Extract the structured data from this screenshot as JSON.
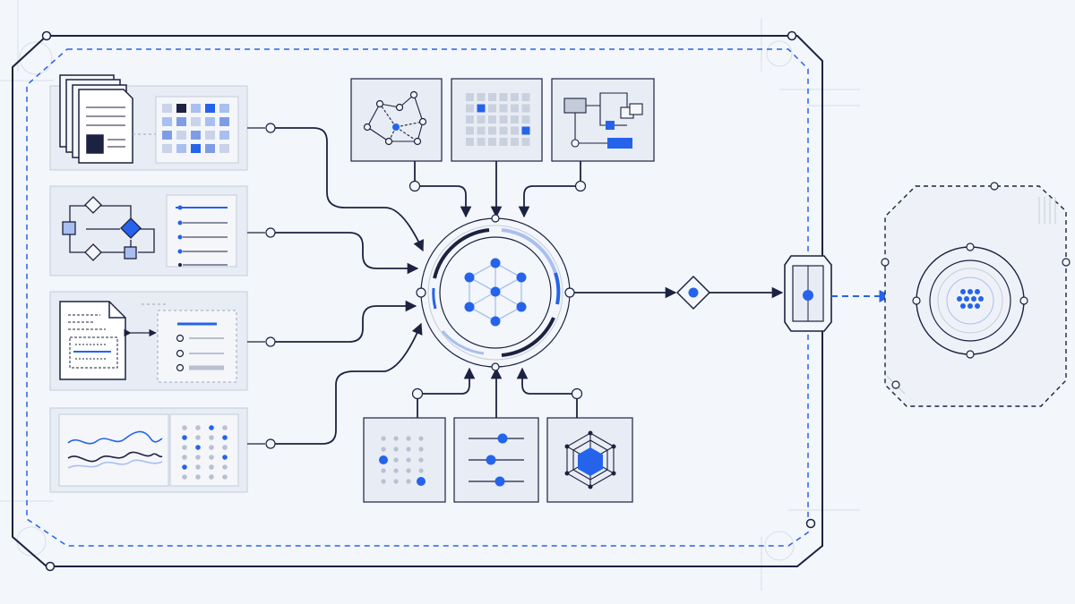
{
  "colors": {
    "background": "#f3f6fb",
    "ink": "#1c2241",
    "accent": "#2563eb",
    "accent_light": "#a9bff0",
    "panel_fill": "#e8ecf4",
    "panel_stroke": "#c5ccd9",
    "card_fill": "#f4f6fa",
    "muted": "#b8c1d1"
  },
  "diagram": {
    "frame": {
      "style": "chamfered-rectangle",
      "inner_border": "dashed-blue"
    },
    "left_panels": [
      {
        "id": "documents",
        "icons": [
          "document-stack-icon",
          "heatmap-grid-icon"
        ]
      },
      {
        "id": "workflow",
        "icons": [
          "flowchart-icon",
          "checklist-icon"
        ]
      },
      {
        "id": "form",
        "icons": [
          "form-document-icon",
          "form-fields-icon"
        ]
      },
      {
        "id": "signals",
        "icons": [
          "waveform-icon",
          "dot-matrix-icon"
        ]
      }
    ],
    "top_cards": [
      "network-graph-icon",
      "matrix-grid-icon",
      "block-diagram-icon"
    ],
    "bottom_cards": [
      "dot-grid-icon",
      "sliders-icon",
      "hexagon-icon"
    ],
    "hub": {
      "icon": "hexagonal-lattice-icon"
    },
    "gate": {
      "icon": "diamond-gate-icon"
    },
    "connector": {
      "icon": "port-connector-icon"
    },
    "output": {
      "icon": "target-node-icon",
      "style": "dashed-octagon"
    }
  }
}
